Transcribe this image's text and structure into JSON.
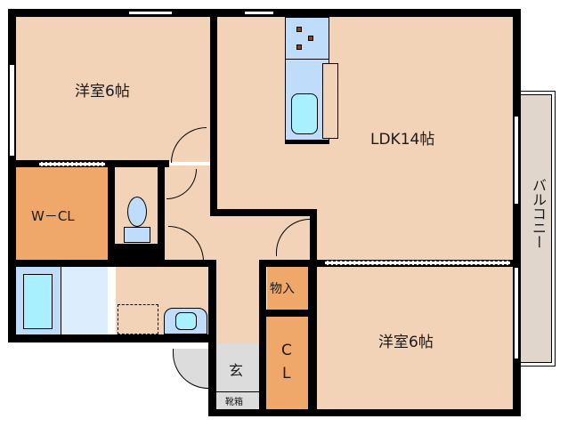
{
  "floor_plan": {
    "rooms": {
      "western_room_top": {
        "label": "洋室6帖"
      },
      "ldk": {
        "label": "LDK14帖"
      },
      "walk_in_closet": {
        "label": "W－CL"
      },
      "storage": {
        "label": "物入"
      },
      "closet": {
        "label_line1": "C",
        "label_line2": "L"
      },
      "western_room_bottom": {
        "label": "洋室6帖"
      },
      "entrance": {
        "label": "玄"
      },
      "shoe_box": {
        "label": "靴箱"
      },
      "balcony": {
        "label": "バルコニー"
      }
    },
    "colors": {
      "room_floor": "#f2d3b8",
      "closet_floor": "#f0a86a",
      "wet_area": "#bfdcfb",
      "bath_light": "#dceefe",
      "fixture_cyan": "#a8f0fe",
      "entrance_floor": "#dcdcdc",
      "balcony_floor": "#e0d6cc",
      "wall": "#000000"
    }
  }
}
